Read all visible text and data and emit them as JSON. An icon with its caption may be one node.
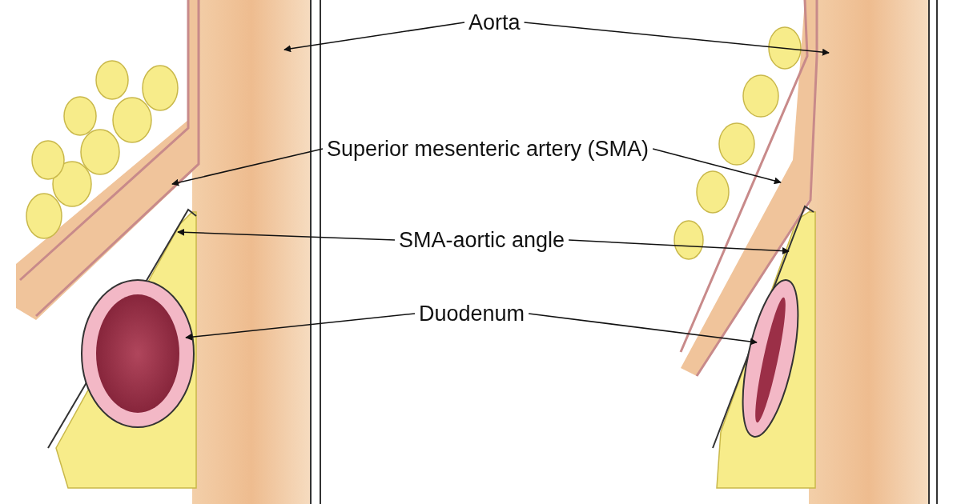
{
  "diagram": {
    "nodes": [
      {
        "text": [
          "Aorta"
        ]
      },
      {
        "text": [
          "Superior mesenteric artery (SMA)"
        ]
      },
      {
        "text": [
          "SMA-aortic angle"
        ]
      },
      {
        "text": [
          "Duodenum"
        ]
      }
    ],
    "edges": [
      {
        "from": 0,
        "to": null,
        "arrow": "to"
      },
      {
        "from": 0,
        "to": null,
        "arrow": "to"
      },
      {
        "from": 1,
        "to": null,
        "arrow": "to"
      },
      {
        "from": 1,
        "to": null,
        "arrow": "to"
      },
      {
        "from": 2,
        "to": null,
        "arrow": "to"
      },
      {
        "from": 2,
        "to": null,
        "arrow": "to"
      },
      {
        "from": 3,
        "to": null,
        "arrow": "to"
      },
      {
        "from": 3,
        "to": null,
        "arrow": "to"
      }
    ]
  }
}
